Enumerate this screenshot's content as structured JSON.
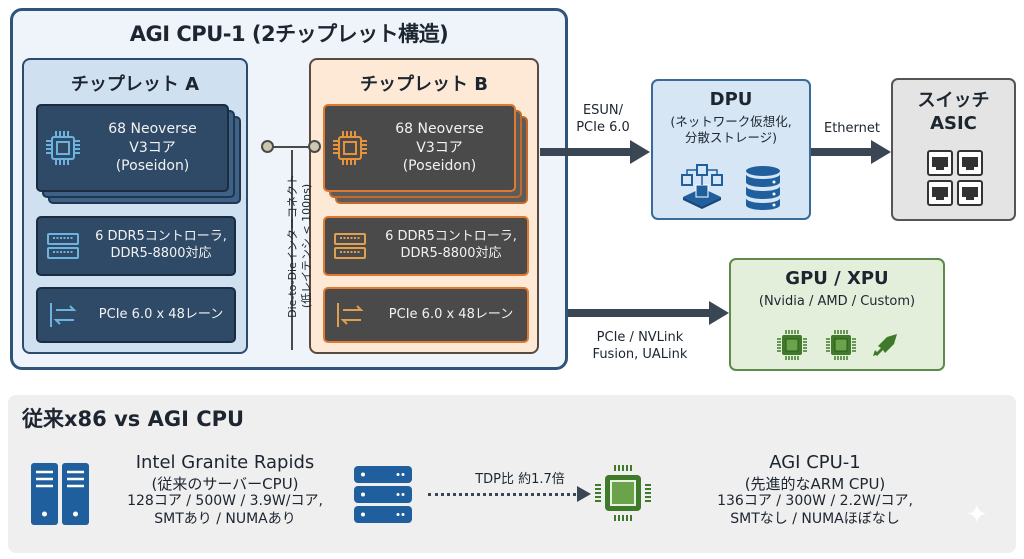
{
  "cpu": {
    "title": "AGI CPU-1 (2チップレット構造)",
    "chiplet_a": {
      "title": "チップレット A",
      "cores": [
        "68 Neoverse",
        "V3コア",
        "(Poseidon)"
      ],
      "ddr": [
        "6 DDR5コントローラ,",
        "DDR5-8800対応"
      ],
      "pcie": "PCIe 6.0 x 48レーン",
      "accent": "#6db3e0"
    },
    "chiplet_b": {
      "title": "チップレット B",
      "cores": [
        "68 Neoverse",
        "V3コア",
        "(Poseidon)"
      ],
      "ddr": [
        "6 DDR5コントローラ,",
        "DDR5-8800対応"
      ],
      "pcie": "PCIe 6.0 x 48レーン",
      "accent": "#e8923a"
    },
    "interconnect": [
      "Die-to-Dieインターコネクト",
      "(低レイテンシ < 100ns)"
    ]
  },
  "links": {
    "cpu_to_dpu": [
      "ESUN/",
      "PCIe 6.0"
    ],
    "dpu_to_switch": "Ethernet",
    "cpu_to_gpu": [
      "PCIe / NVLink",
      "Fusion, UALink"
    ]
  },
  "dpu": {
    "title": "DPU",
    "subtitle": [
      "(ネットワーク仮想化,",
      "分散ストレージ)"
    ],
    "icons": [
      "network-virtualization-icon",
      "database-icon"
    ]
  },
  "switch": {
    "title": [
      "スイッチ",
      "ASIC"
    ],
    "icons": [
      "ethernet-port-icon",
      "ethernet-port-icon",
      "ethernet-port-icon",
      "ethernet-port-icon"
    ]
  },
  "gpu": {
    "title": "GPU / XPU",
    "subtitle": "(Nvidia / AMD / Custom)",
    "icons": [
      "chip-icon",
      "chip-icon",
      "rocket-icon"
    ]
  },
  "comparison": {
    "title": "従来x86 vs AGI CPU",
    "legacy": {
      "name": "Intel Granite Rapids",
      "sub": "(従来のサーバーCPU)",
      "spec": [
        "128コア / 500W / 3.9W/コア,",
        "SMTあり / NUMAあり"
      ]
    },
    "ratio_label": "TDP比 約1.7倍",
    "agi": {
      "name": "AGI CPU-1",
      "sub": "(先進的なARM CPU)",
      "spec": [
        "136コア / 300W / 2.2W/コア,",
        "SMTなし / NUMAほぼなし"
      ]
    }
  },
  "colors": {
    "chiplet_a_accent": "#6db3e0",
    "chiplet_b_accent": "#e8923a",
    "server_blue": "#1f5f9e",
    "gpu_green": "#3f7a2a"
  }
}
